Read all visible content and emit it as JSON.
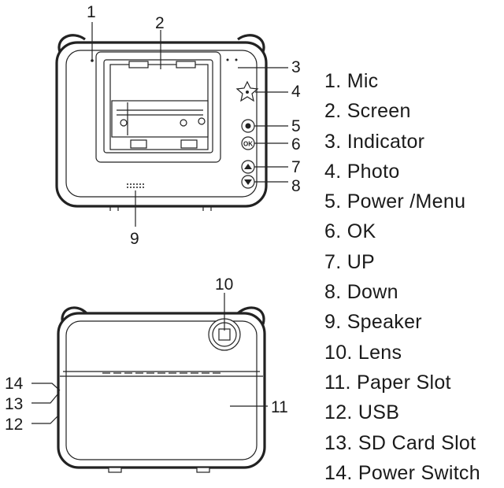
{
  "callouts": {
    "c1": "1",
    "c2": "2",
    "c3": "3",
    "c4": "4",
    "c5": "5",
    "c6": "6",
    "c7": "7",
    "c8": "8",
    "c9": "9",
    "c10": "10",
    "c11": "11",
    "c12": "12",
    "c13": "13",
    "c14": "14"
  },
  "buttons": {
    "ok_glyph": "OK"
  },
  "legend": [
    "1. Mic",
    "2. Screen",
    "3. Indicator",
    "4. Photo",
    "5. Power /Menu",
    "6. OK",
    "7. UP",
    "8. Down",
    "9. Speaker",
    "10. Lens",
    "11.  Paper Slot",
    "12. USB",
    "13. SD Card Slot",
    "14. Power Switch"
  ]
}
